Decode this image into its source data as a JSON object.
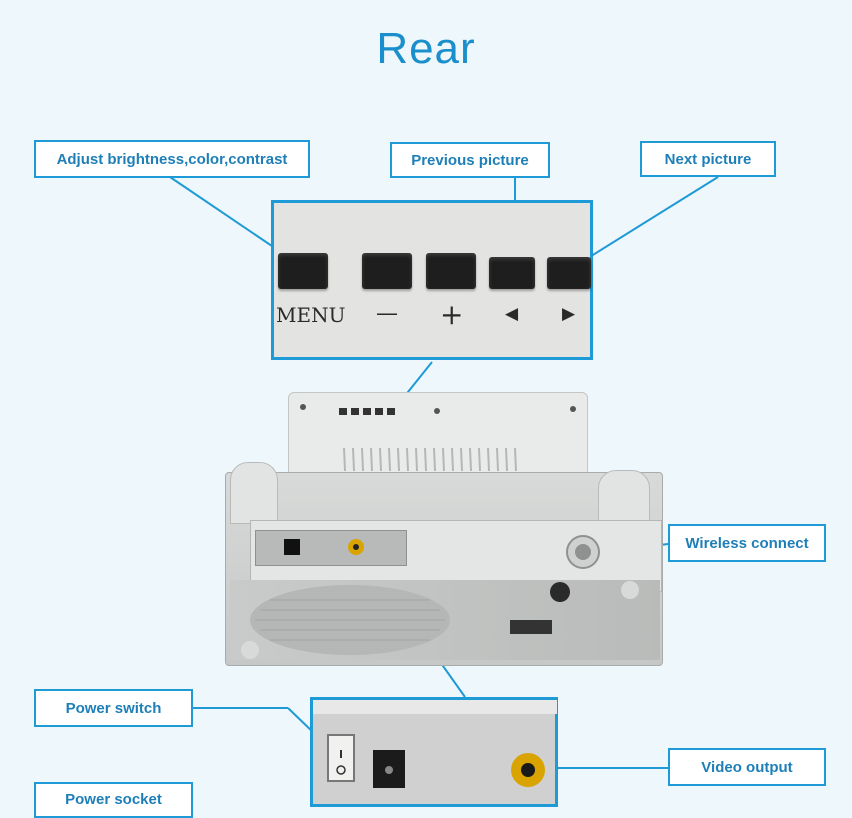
{
  "title": "Rear",
  "labels": {
    "adjust": "Adjust brightness,color,contrast",
    "previous": "Previous picture",
    "next": "Next picture",
    "wireless": "Wireless connect",
    "power_switch": "Power switch",
    "video_output": "Video output",
    "power_socket": "Power socket"
  },
  "panel": {
    "menu": "MENU",
    "minus": "—",
    "plus": "+",
    "left": "◀",
    "right": "▶"
  },
  "colors": {
    "accent": "#1e9ad6",
    "title": "#1b8fcb",
    "background": "#eef7fb"
  }
}
